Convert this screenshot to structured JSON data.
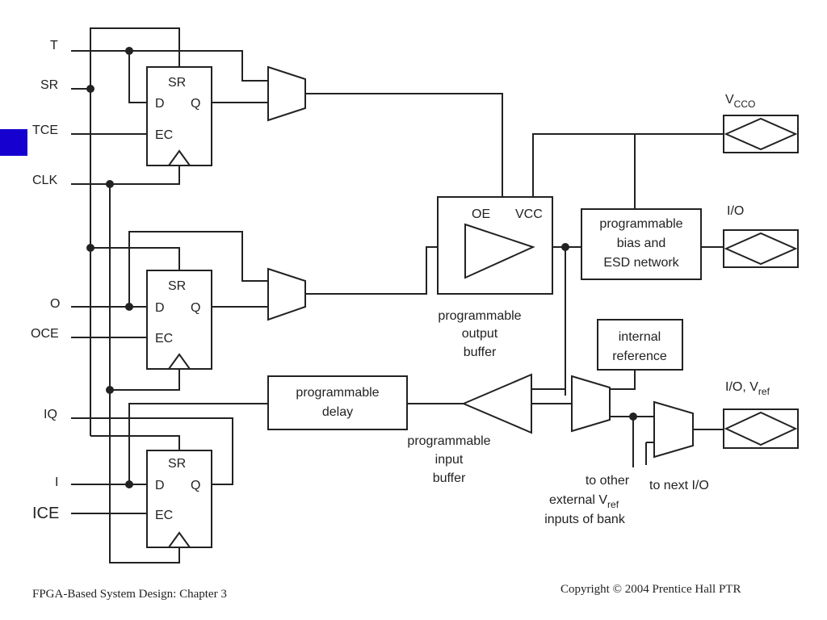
{
  "inputs": {
    "t": "T",
    "sr": "SR",
    "tce": "TCE",
    "clk": "CLK",
    "o": "O",
    "oce": "OCE",
    "iq": "IQ",
    "i": "I",
    "ice": "ICE"
  },
  "flipflop": {
    "sr": "SR",
    "d": "D",
    "q": "Q",
    "ec": "EC"
  },
  "output_buffer": {
    "oe": "OE",
    "vcc": "VCC",
    "caption": [
      "programmable",
      "output",
      "buffer"
    ]
  },
  "bias_network": [
    "programmable",
    "bias and",
    "ESD network"
  ],
  "internal_reference": [
    "internal",
    "reference"
  ],
  "delay": [
    "programmable",
    "delay"
  ],
  "input_buffer": [
    "programmable",
    "input",
    "buffer"
  ],
  "pads": {
    "vcco": {
      "main": "V",
      "sub": "CCO"
    },
    "io": "I/O",
    "io_vref": {
      "main": "I/O, V",
      "sub": "ref"
    }
  },
  "labels": {
    "to_next_io": "to next I/O",
    "other_vref": {
      "line1": "to other",
      "line2_main": "external V",
      "line2_sub": "ref",
      "line3": "inputs of bank"
    }
  },
  "footer": {
    "left": "FPGA-Based System Design: Chapter 3",
    "right": "Copyright © 2004 Prentice Hall PTR"
  },
  "colors": {
    "marker": "#1500d0",
    "ink": "#222222"
  }
}
